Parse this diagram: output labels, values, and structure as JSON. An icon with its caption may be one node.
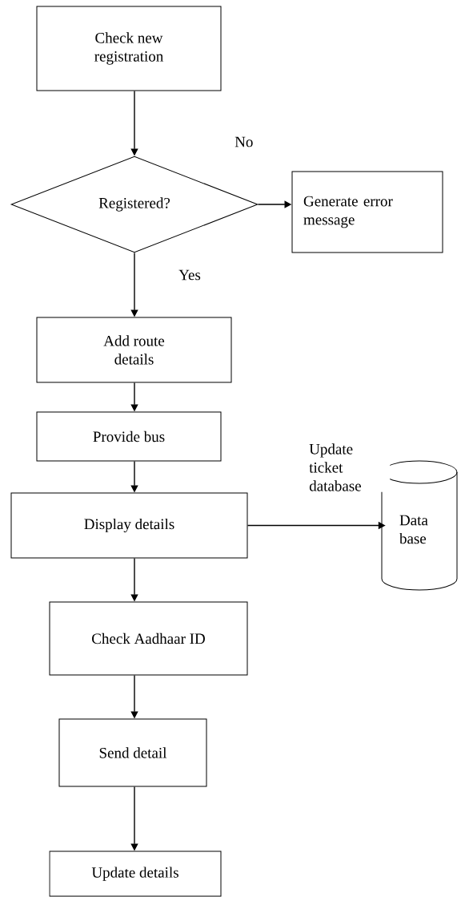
{
  "diagram": {
    "nodes": [
      {
        "text": [
          "Check new registration"
        ]
      },
      {
        "text": [
          "Registered?"
        ]
      },
      {
        "text": [
          "Generate error message"
        ]
      },
      {
        "text": [
          "Add route details"
        ]
      },
      {
        "text": [
          "Provide bus"
        ]
      },
      {
        "text": [
          "Display details"
        ]
      },
      {
        "text": [
          "Data base"
        ]
      },
      {
        "text": [
          "Check Aadhaar ID"
        ]
      },
      {
        "text": [
          "Send detail"
        ]
      },
      {
        "text": [
          "Update details"
        ]
      }
    ],
    "edges": [
      {
        "from": 0,
        "to": 1,
        "arrow": "to"
      },
      {
        "from": 1,
        "to": 2,
        "arrow": "to",
        "label": "No"
      },
      {
        "from": 1,
        "to": 3,
        "arrow": "to",
        "label": "Yes"
      },
      {
        "from": 3,
        "to": 4,
        "arrow": "to"
      },
      {
        "from": 4,
        "to": 5,
        "arrow": "to"
      },
      {
        "from": 5,
        "to": 6,
        "arrow": "to",
        "label": "Update ticket database"
      },
      {
        "from": 5,
        "to": 7,
        "arrow": "to"
      },
      {
        "from": 7,
        "to": 8,
        "arrow": "to"
      },
      {
        "from": 8,
        "to": 9,
        "arrow": "to"
      }
    ]
  }
}
